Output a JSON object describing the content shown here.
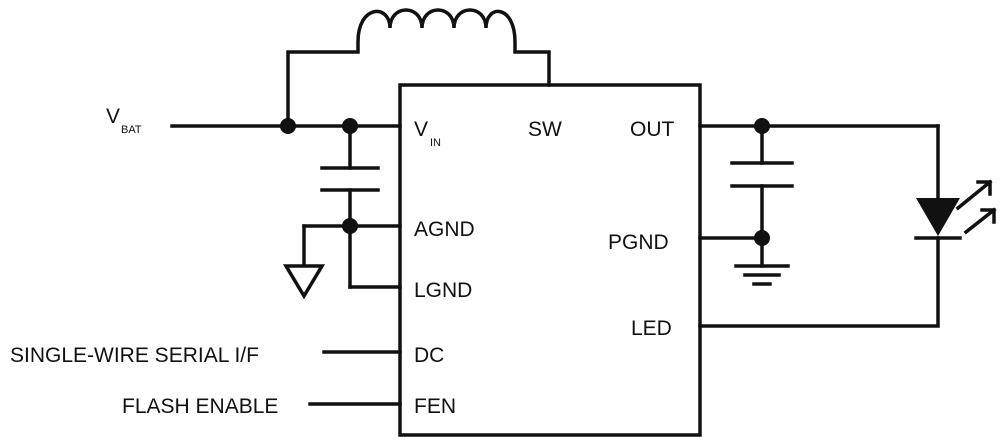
{
  "chip": {
    "vin_main": "V",
    "vin_sub": "IN",
    "sw": "SW",
    "out": "OUT",
    "agnd": "AGND",
    "pgnd": "PGND",
    "lgnd": "LGND",
    "led": "LED",
    "dc": "DC",
    "fen": "FEN"
  },
  "external": {
    "vbat_main": "V",
    "vbat_sub": "BAT",
    "single_wire": "SINGLE-WIRE SERIAL I/F",
    "flash_enable": "FLASH ENABLE"
  },
  "colors": {
    "ink": "#111111",
    "background": "#ffffff"
  }
}
